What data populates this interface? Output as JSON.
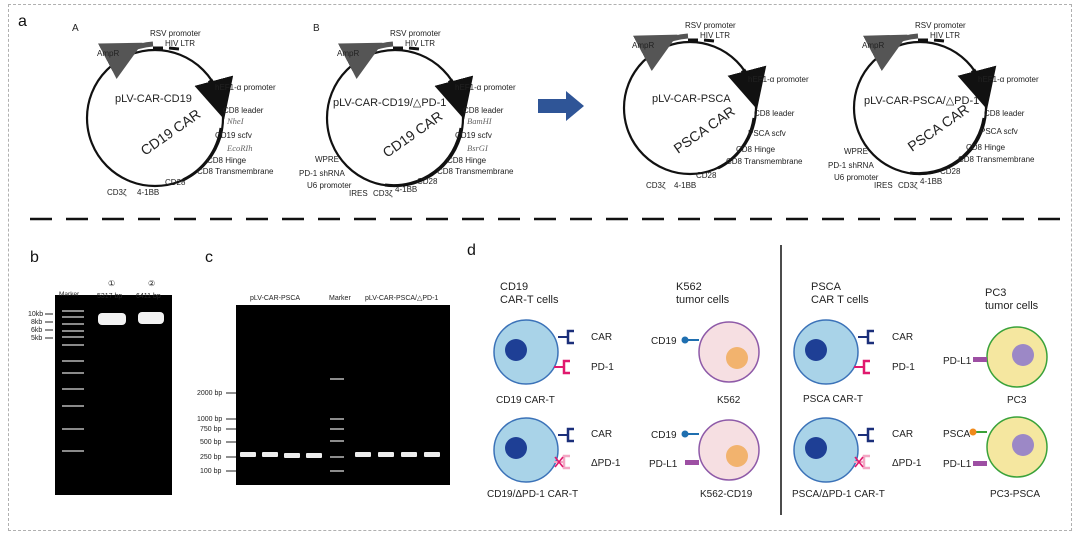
{
  "panels": {
    "a": "a",
    "b": "b",
    "c": "c",
    "d": "d"
  },
  "panel_a": {
    "sub_a": "A",
    "sub_b": "B",
    "common": {
      "ampr": "AmpR",
      "rsv": "RSV promoter",
      "hiv": "HIV LTR",
      "hef": "hEF1-α promoter",
      "cd8_leader": "CD8 leader",
      "cd8_hinge": "CD8 Hinge",
      "cd8_tm": "CD8 Transmembrane",
      "cd28": "CD28",
      "bb": "4-1BB",
      "cd3": "CD3ζ"
    },
    "plasmids": [
      {
        "name": "pLV-CAR-CD19",
        "car": "CD19 CAR",
        "scfv": "CD19 scfv",
        "e1": "NheI",
        "e2": "EcoRIh"
      },
      {
        "name": "pLV-CAR-CD19/△PD-1",
        "car": "CD19 CAR",
        "scfv": "CD19 scfv",
        "e1": "BamHI",
        "e2": "BsrGI",
        "wpre": "WPRE",
        "shrna": "PD-1 shRNA",
        "u6": "U6 promoter",
        "ires": "IRES"
      },
      {
        "name": "pLV-CAR-PSCA",
        "car": "PSCA CAR",
        "scfv": "PSCA scfv"
      },
      {
        "name": "pLV-CAR-PSCA/△PD-1",
        "car": "PSCA CAR",
        "scfv": "PSCA scfv",
        "wpre": "WPRE",
        "shrna": "PD-1 shRNA",
        "u6": "U6 promoter",
        "ires": "IRES"
      }
    ]
  },
  "panel_b": {
    "marker": "Marker",
    "lane1_num": "①",
    "lane1_size": "5317 bp",
    "lane2_num": "②",
    "lane2_size": "6411 bp",
    "ladder": [
      "10kb",
      "8kb",
      "6kb",
      "5kb"
    ]
  },
  "panel_c": {
    "group1": "pLV-CAR-PSCA",
    "marker": "Marker",
    "group2": "pLV-CAR-PSCA/△PD-1",
    "ladder": [
      "2000 bp",
      "1000 bp",
      "750 bp",
      "500 bp",
      "250 bp",
      "100 bp"
    ]
  },
  "panel_d": {
    "col1_title1": "CD19",
    "col1_title2": "CAR-T cells",
    "col2_title1": "K562",
    "col2_title2": "tumor cells",
    "col3_title1": "PSCA",
    "col3_title2": "CAR T cells",
    "col4_title1": "PC3",
    "col4_title2": "tumor cells",
    "car": "CAR",
    "pd1": "PD-1",
    "dpd1": "ΔPD-1",
    "cd19": "CD19",
    "pdl1": "PD-L1",
    "psca": "PSCA",
    "cell1": "CD19 CAR-T",
    "cell2": "CD19/ΔPD-1 CAR-T",
    "cell3": "K562",
    "cell4": "K562-CD19",
    "cell5": "PSCA CAR-T",
    "cell6": "PSCA/ΔPD-1 CAR-T",
    "cell7": "PC3",
    "cell8": "PC3-PSCA"
  },
  "colors": {
    "tcell": "#a9d3e8",
    "tnucleus": "#1e3f95",
    "k562": "#f6dfe2",
    "k562_border": "#8e5aa8",
    "k562_nucleus": "#f2b36e",
    "pc3": "#f5e7a0",
    "pc3_border": "#3aa23a",
    "pc3_nucleus": "#9c88c6",
    "pd1": "#e0196e",
    "pdl1": "#9d4fa3",
    "cd19": "#1f6fb0",
    "psca": "#f08a1b",
    "arrow": "#2f5597"
  }
}
